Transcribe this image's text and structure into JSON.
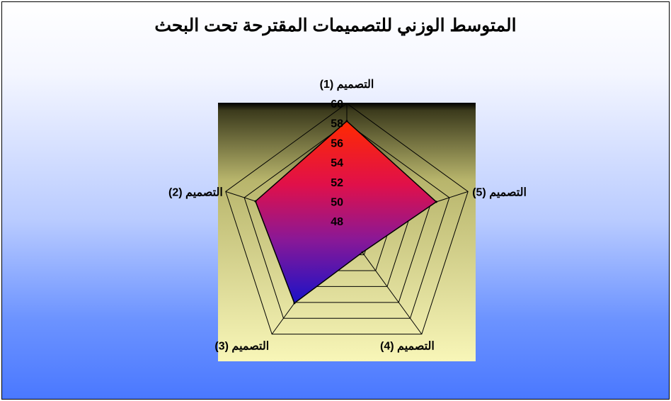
{
  "chart_data": {
    "type": "radar",
    "title": "المتوسط الوزني للتصميمات المقترحة تحت البحث",
    "categories": [
      "التصميم (1)",
      "التصميم (5)",
      "التصميم (4)",
      "التصميم (3)",
      "التصميم (2)"
    ],
    "series": [
      {
        "values": [
          58.2,
          56.6,
          49.7,
          56.1,
          56.8
        ]
      }
    ],
    "rlim": [
      47,
      60
    ],
    "ticks": [
      48,
      50,
      52,
      54,
      56,
      58,
      60
    ],
    "grid": true,
    "colors": {
      "plot_top": "#000000",
      "plot_bottom": "#f8f6b8",
      "fill_top": "#ff2a00",
      "fill_mid": "#b0106a",
      "fill_bottom": "#1a12c8"
    }
  }
}
